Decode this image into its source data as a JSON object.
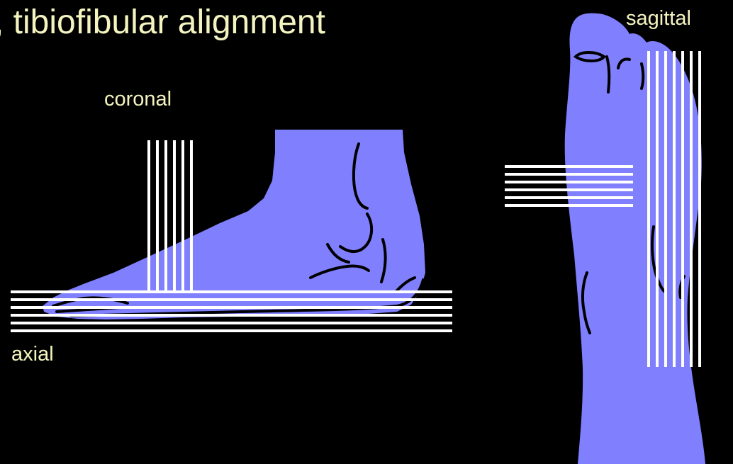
{
  "slide": {
    "title": ", tibiofibular alignment"
  },
  "labels": {
    "coronal": "coronal",
    "axial": "axial",
    "sagittal": "sagittal"
  },
  "colors": {
    "background": "#000000",
    "foot_fill": "#8080ff",
    "text": "#f4f4c0",
    "plane_lines": "#ffffff",
    "contour_lines": "#000000"
  }
}
